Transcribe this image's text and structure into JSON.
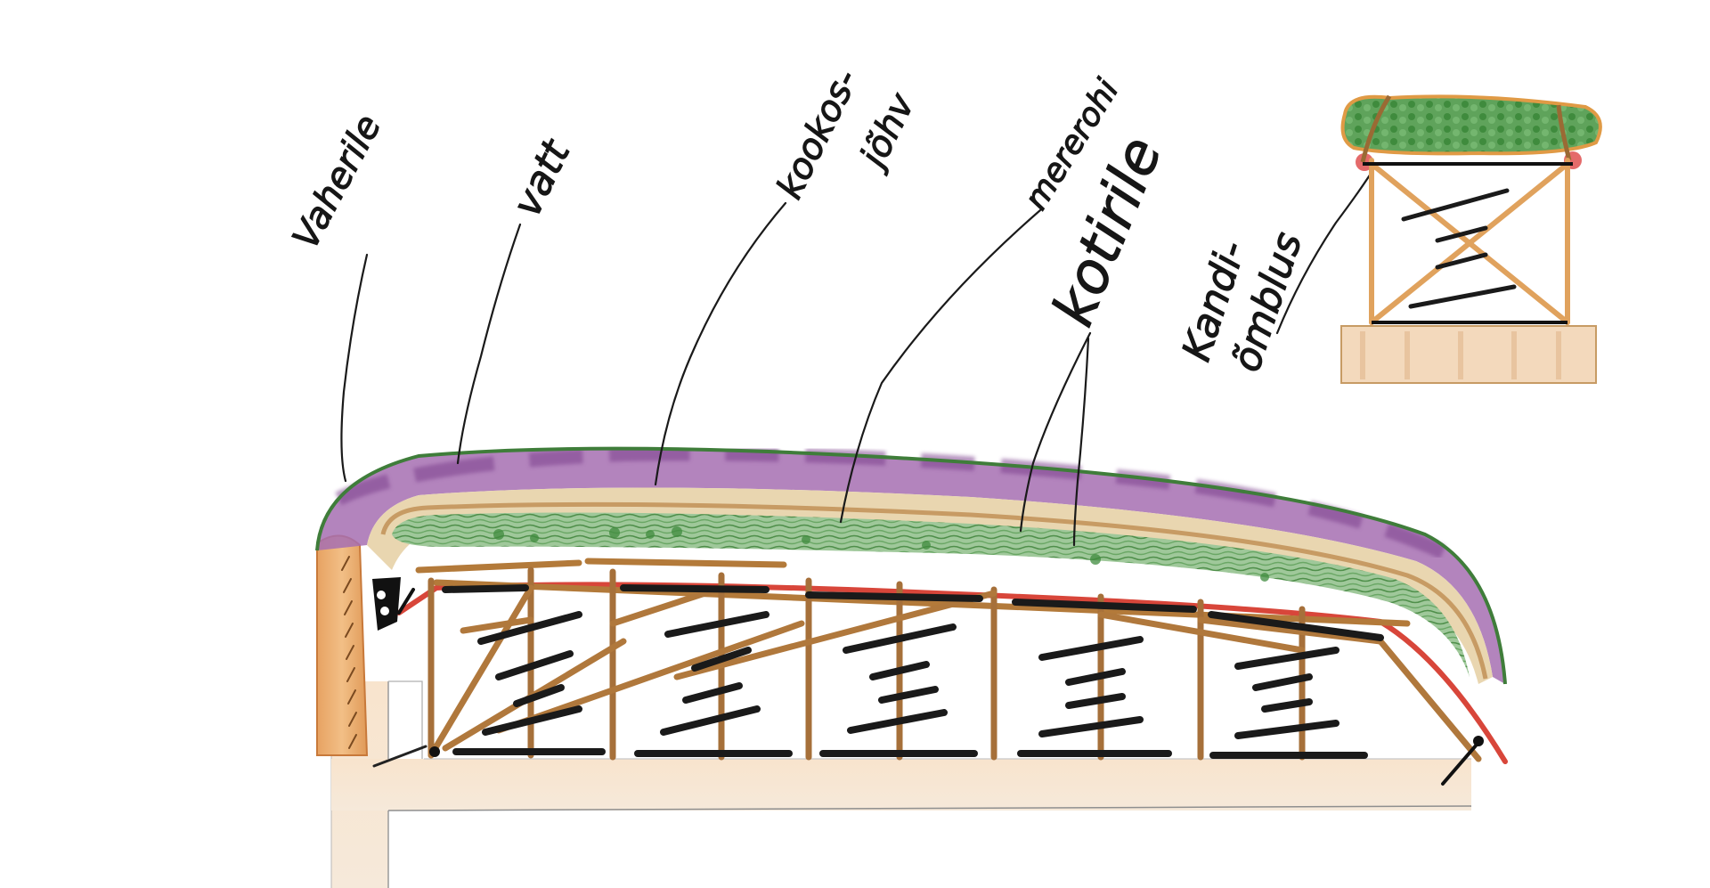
{
  "labels": {
    "vaherile": "Vaherile",
    "vatt": "vatt",
    "kookos": "kookos-",
    "kookos_line2": "jõhv",
    "mererohi": "mererohi",
    "kotirile": "kotirile",
    "kandi": "Kandi-",
    "kandi_line2": "õmblus"
  },
  "colors": {
    "outline_green": "#3f7d3a",
    "purple_layer": "#8a4f98",
    "vatt_layer": "#e4cfa6",
    "kookos_outline": "#c79b64",
    "seaweed_green": "#5a9a55",
    "frame_wood": "#b37a3a",
    "spring_black": "#1a1a1a",
    "red_band": "#d8463a",
    "base_wood": "#f3dcc2",
    "side_panel": "#d98f4e",
    "corner_pink": "#e46a6a",
    "ink": "#111111"
  }
}
